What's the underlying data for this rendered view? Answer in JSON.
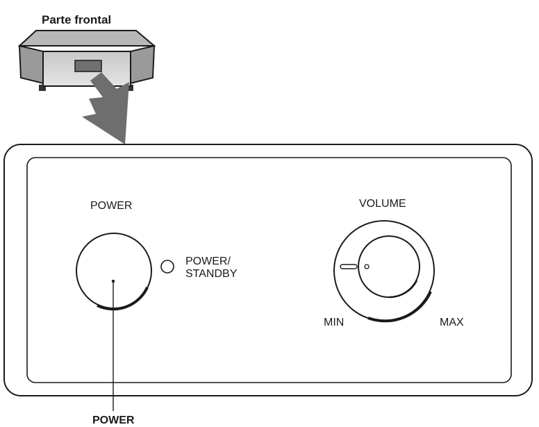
{
  "device": {
    "view_label": "Parte frontal"
  },
  "panel": {
    "power_label": "POWER",
    "indicator_label_line1": "POWER/",
    "indicator_label_line2": "STANDBY",
    "volume_label": "VOLUME",
    "min_label": "MIN",
    "max_label": "MAX"
  },
  "callout": {
    "power_label": "POWER"
  },
  "colors": {
    "line": "#1a1a1a",
    "device_body": "#d9d9d9",
    "device_shadow": "#8a8a8a",
    "arrow": "#6e6e6e"
  }
}
